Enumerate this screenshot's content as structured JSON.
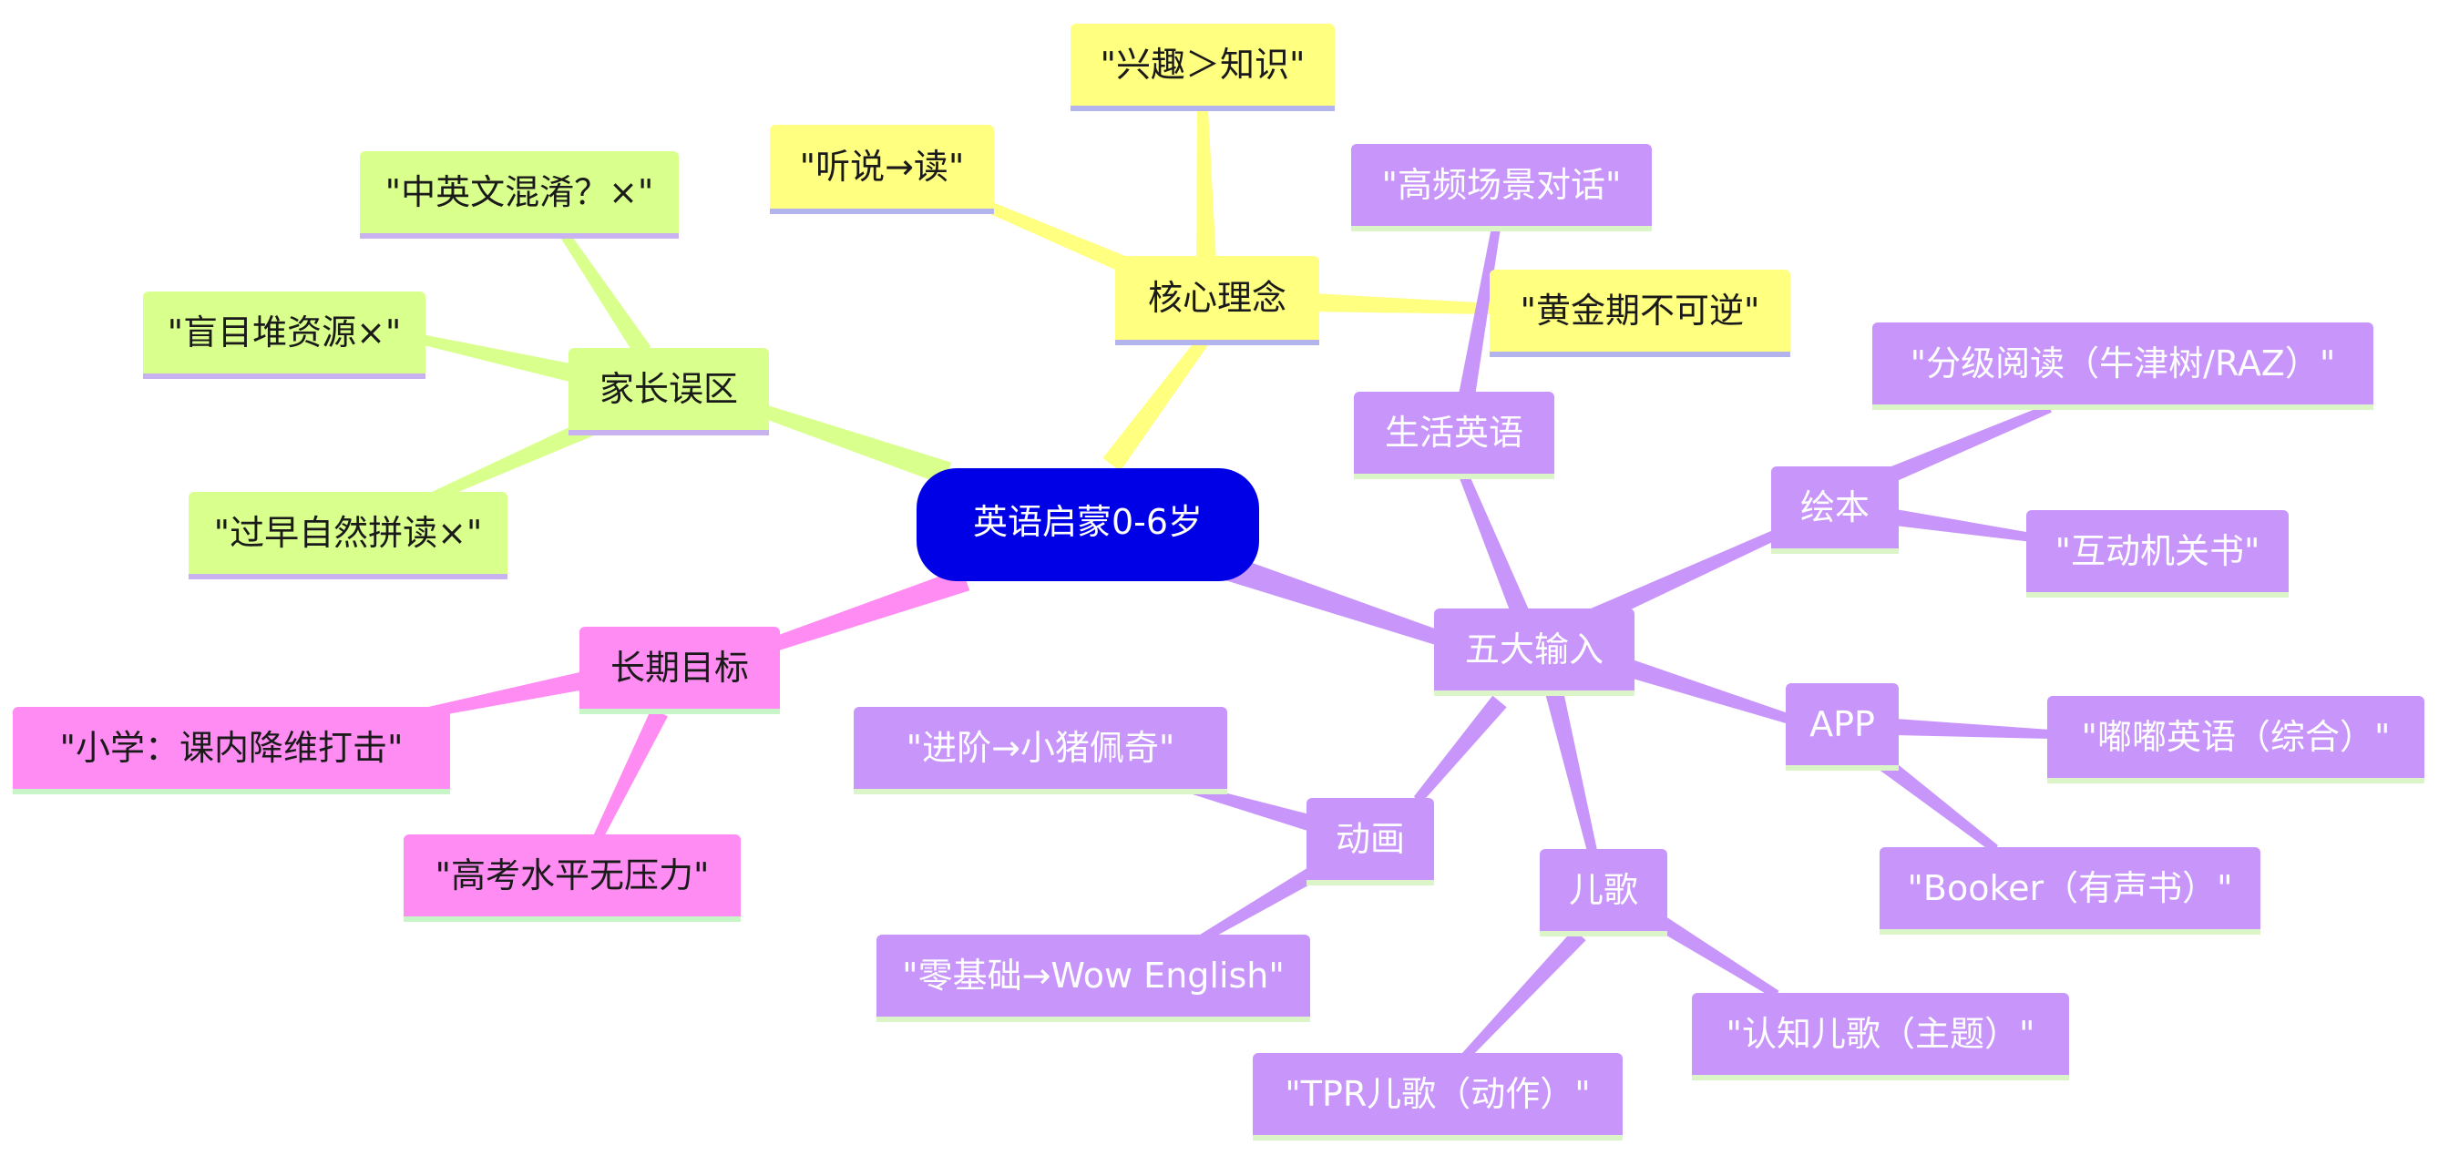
{
  "colors": {
    "root_fill": "#0000e6",
    "root_text": "#ffffff",
    "yellow_fill": "#ffff80",
    "yellow_border": "#b3b3ee",
    "green_fill": "#d9ff8c",
    "green_border": "#c8b3f0",
    "pink_fill": "#ff8cf2",
    "pink_border": "#c8f5c8",
    "purple_fill": "#c896fa",
    "purple_border": "#dcf5c8",
    "dark_text": "#1a1a1a",
    "light_text": "#ffffff"
  },
  "root": {
    "label": "英语启蒙0-6岁"
  },
  "branches": {
    "core": {
      "label": "核心理念",
      "children": [
        "\"兴趣＞知识\"",
        "\"听说→读\"",
        "\"黄金期不可逆\""
      ]
    },
    "mistakes": {
      "label": "家长误区",
      "children": [
        "\"中英文混淆？×\"",
        "\"盲目堆资源×\"",
        "\"过早自然拼读×\""
      ]
    },
    "goals": {
      "label": "长期目标",
      "children": [
        "\"小学：课内降维打击\"",
        "\"高考水平无压力\""
      ]
    },
    "inputs": {
      "label": "五大输入",
      "life": {
        "label": "生活英语",
        "children": [
          "\"高频场景对话\""
        ]
      },
      "books": {
        "label": "绘本",
        "children": [
          "\"分级阅读（牛津树/RAZ）\"",
          "\"互动机关书\""
        ]
      },
      "app": {
        "label": "APP",
        "children": [
          "\"嘟嘟英语（综合）\"",
          "\"Booker（有声书）\""
        ]
      },
      "songs": {
        "label": "儿歌",
        "children": [
          "\"认知儿歌（主题）\"",
          "\"TPR儿歌（动作）\""
        ]
      },
      "cartoon": {
        "label": "动画",
        "children": [
          "\"进阶→小猪佩奇\"",
          "\"零基础→Wow English\""
        ]
      }
    }
  }
}
